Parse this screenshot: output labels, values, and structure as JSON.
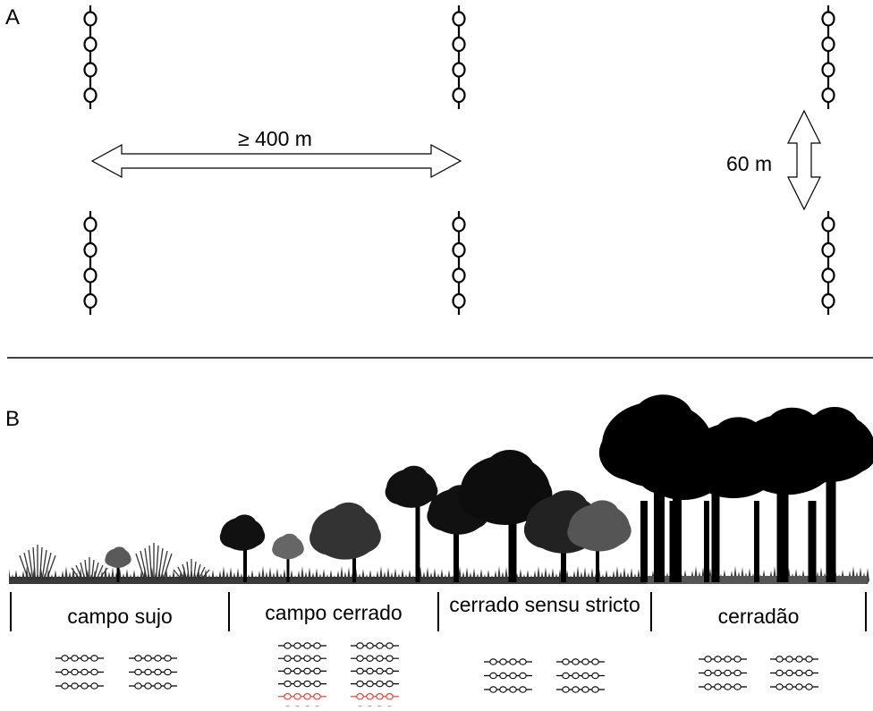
{
  "panel_a": {
    "letter": "A",
    "distance_label": "≥ 400 m",
    "spacing_label": "60 m"
  },
  "panel_b": {
    "letter": "B",
    "zones": [
      {
        "name": "campo sujo",
        "rows_black": 3,
        "rows_red": 0
      },
      {
        "name": "campo cerrado",
        "rows_black": 4,
        "rows_red": 2
      },
      {
        "name": "cerrado sensu stricto",
        "rows_black": 3,
        "rows_red": 0
      },
      {
        "name": "cerradão",
        "rows_black": 3,
        "rows_red": 0
      }
    ]
  },
  "colors": {
    "ink": "#000000",
    "highlight": "#e8372c",
    "background": "#ffffff"
  }
}
